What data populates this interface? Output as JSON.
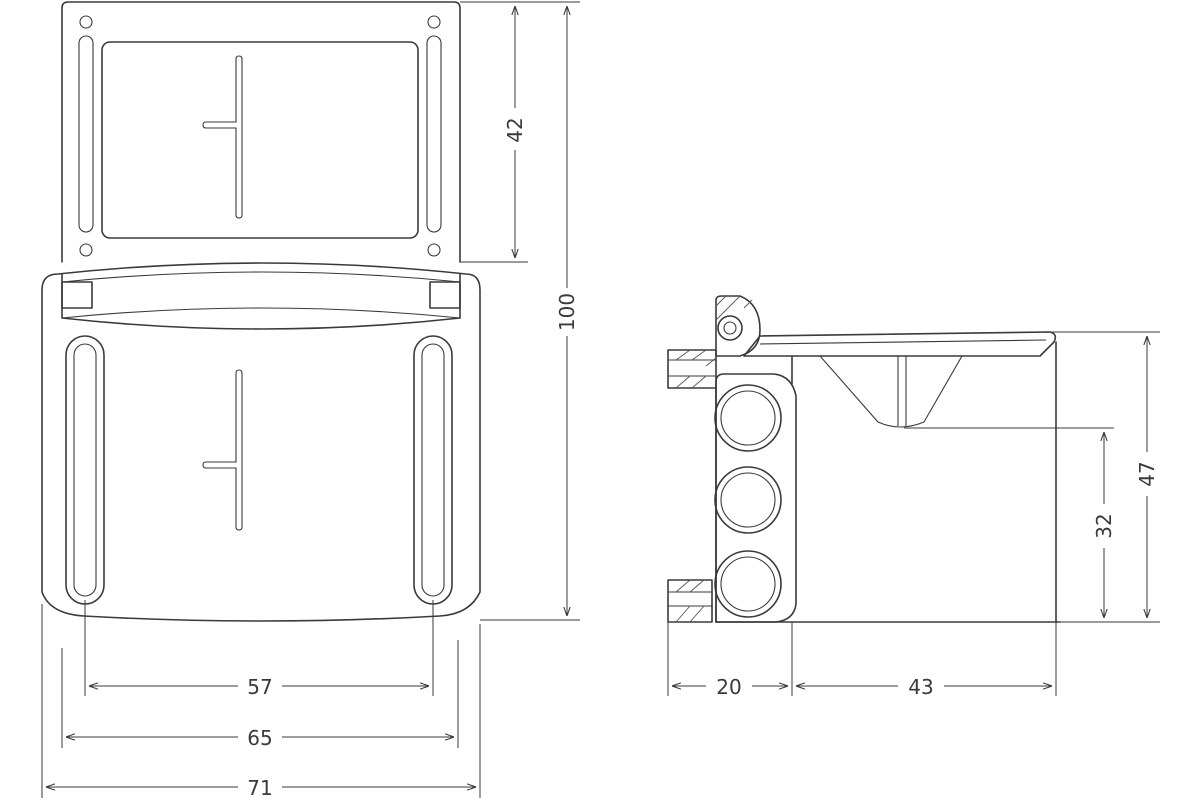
{
  "dimensions": {
    "front_view": {
      "clip_height": "42",
      "total_height": "100",
      "slot_spacing": "57",
      "inner_width": "65",
      "overall_width": "71"
    },
    "side_view": {
      "clip_depth": "20",
      "body_depth": "43",
      "body_height": "32",
      "overall_height": "47"
    }
  },
  "colors": {
    "line": "#3a3a3a",
    "background": "#ffffff"
  }
}
